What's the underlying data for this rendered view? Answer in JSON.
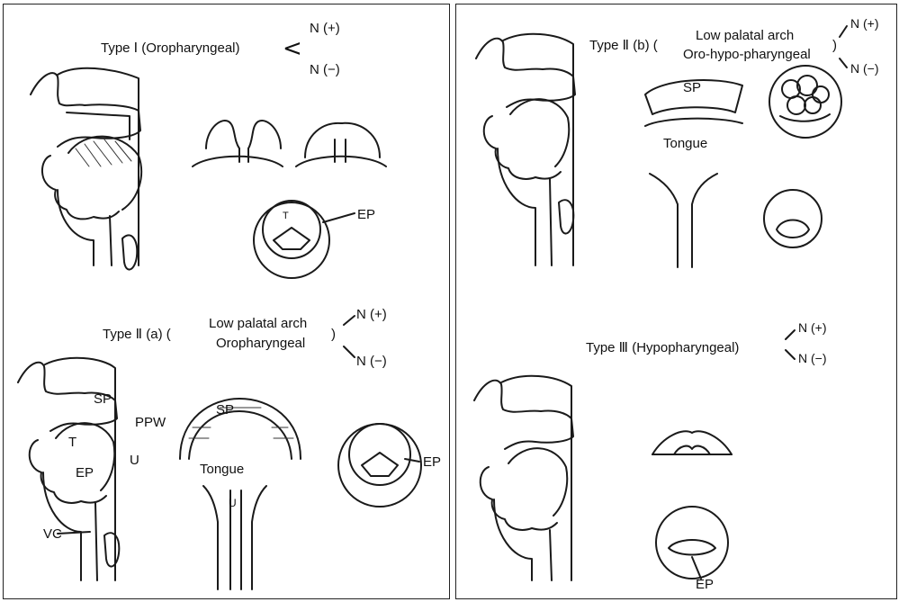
{
  "left": {
    "type1": {
      "title": "Type Ⅰ (Oropharyngeal)",
      "branch_plus": "N (+)",
      "branch_minus": "N (−)",
      "ep_label": "EP",
      "tongue_mark": "T"
    },
    "type2a": {
      "prefix": "Type Ⅱ (a) (",
      "line1": "Low palatal arch",
      "line2": "Oropharyngeal",
      "close": ")",
      "branch_plus": "N (+)",
      "branch_minus": "N (−)",
      "labels": {
        "sp": "SP",
        "ppw": "PPW",
        "u": "U",
        "t": "T",
        "ep": "EP",
        "vc": "VC",
        "sp2": "SP",
        "tongue": "Tongue",
        "u2": "U",
        "ep2": "EP"
      }
    }
  },
  "right": {
    "type2b": {
      "prefix": "Type Ⅱ (b) (",
      "line1": "Low palatal arch",
      "line2": "Oro-hypo-pharyngeal",
      "close": ")",
      "branch_plus": "N (+)",
      "branch_minus": "N (−)",
      "sp": "SP",
      "tongue": "Tongue"
    },
    "type3": {
      "title": "Type Ⅲ (Hypopharyngeal)",
      "branch_plus": "N (+)",
      "branch_minus": "N (−)",
      "ep": "EP"
    }
  }
}
